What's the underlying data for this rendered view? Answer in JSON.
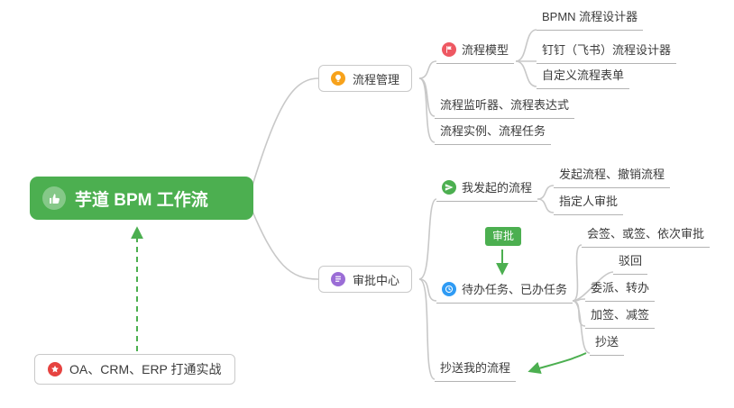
{
  "colors": {
    "root_green": "#4caf50",
    "arrow_green": "#4caf50",
    "connector_gray": "#c8c8c8",
    "underline_gray": "#b3b3b3",
    "icon_orange": "#f7a21b",
    "icon_purple": "#9b6dd6",
    "icon_pink": "#ee5862",
    "icon_green": "#4caf50",
    "icon_blue": "#2f9bf4",
    "icon_red": "#e64340"
  },
  "root": {
    "label": "芋道 BPM 工作流",
    "icon": "thumbs-up-icon"
  },
  "process_management": {
    "label": "流程管理",
    "icon": "lightbulb-icon",
    "children": {
      "process_model": {
        "label": "流程模型",
        "icon": "flag-icon",
        "children": {
          "bpmn_designer": "BPMN 流程设计器",
          "dingtalk_designer": "钉钉（飞书）流程设计器",
          "custom_form": "自定义流程表单"
        }
      },
      "listener_expression": "流程监听器、流程表达式",
      "instance_task": "流程实例、流程任务"
    }
  },
  "approval_center": {
    "label": "审批中心",
    "icon": "document-icon",
    "children": {
      "my_initiated": {
        "label": "我发起的流程",
        "icon": "send-icon",
        "children": {
          "initiate_cancel": "发起流程、撤销流程",
          "assigned_approval": "指定人审批"
        }
      },
      "todo_done": {
        "label": "待办任务、已办任务",
        "icon": "clock-icon",
        "children": {
          "countersign": "会签、或签、依次审批",
          "reject": "驳回",
          "delegate_transfer": "委派、转办",
          "add_reduce_sign": "加签、减签",
          "cc": "抄送"
        }
      },
      "cc_my_process": "抄送我的流程"
    }
  },
  "approval_badge": "审批",
  "integration_note": {
    "label": "OA、CRM、ERP 打通实战",
    "icon": "star-icon"
  }
}
